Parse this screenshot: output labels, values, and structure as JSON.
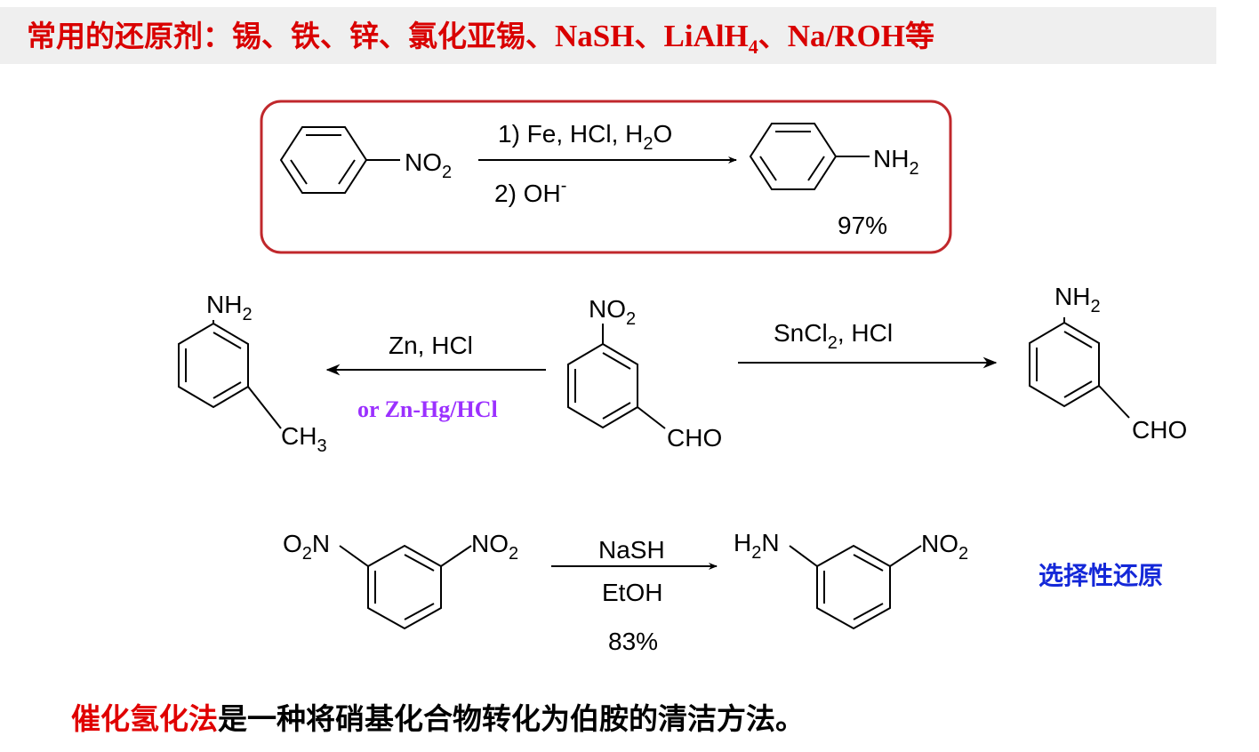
{
  "title": {
    "prefix": "常用的还原剂：锡、铁、锌、氯化亚锡、",
    "nash": "NaSH",
    "sep1": "、",
    "lialh_main": "LiAlH",
    "lialh_sub": "4",
    "sep2": "、",
    "naroh": "Na/ROH",
    "suffix": "等"
  },
  "reaction1": {
    "reactant_group": "NO",
    "reactant_group_sub": "2",
    "cond1_prefix": "1) Fe, HCl,  H",
    "cond1_sub": "2",
    "cond1_suffix": "O",
    "cond2_main": "2) OH",
    "cond2_sup": "-",
    "product_group": "NH",
    "product_group_sub": "2",
    "yield": "97%"
  },
  "reaction2": {
    "center_nitro": "NO",
    "center_nitro_sub": "2",
    "center_cho": "CHO",
    "left_amine": "NH",
    "left_amine_sub": "2",
    "left_methyl": "CH",
    "left_methyl_sub": "3",
    "left_cond": "Zn, HCl",
    "left_cond_alt": "or Zn-Hg/HCl",
    "right_cond_prefix": "SnCl",
    "right_cond_sub": "2",
    "right_cond_suffix": ", HCl",
    "right_amine": "NH",
    "right_amine_sub": "2",
    "right_cho": "CHO"
  },
  "reaction3": {
    "left_o": "O",
    "left_o_sub": "2",
    "left_n": "N",
    "left_nitro": "NO",
    "left_nitro_sub": "2",
    "reagent": "NaSH",
    "solvent": "EtOH",
    "yield": "83%",
    "right_h": "H",
    "right_h_sub": "2",
    "right_n": "N",
    "right_nitro": "NO",
    "right_nitro_sub": "2"
  },
  "selective_label": "选择性还原",
  "bottom": {
    "highlight": "催化氢化法",
    "rest": "是一种将硝基化合物转化为伯胺的清洁方法。"
  },
  "colors": {
    "title": "#d90000",
    "box_border": "#c0282c",
    "alt_condition": "#9b30ff",
    "selective": "#1428d8",
    "highlight": "#e00000"
  }
}
